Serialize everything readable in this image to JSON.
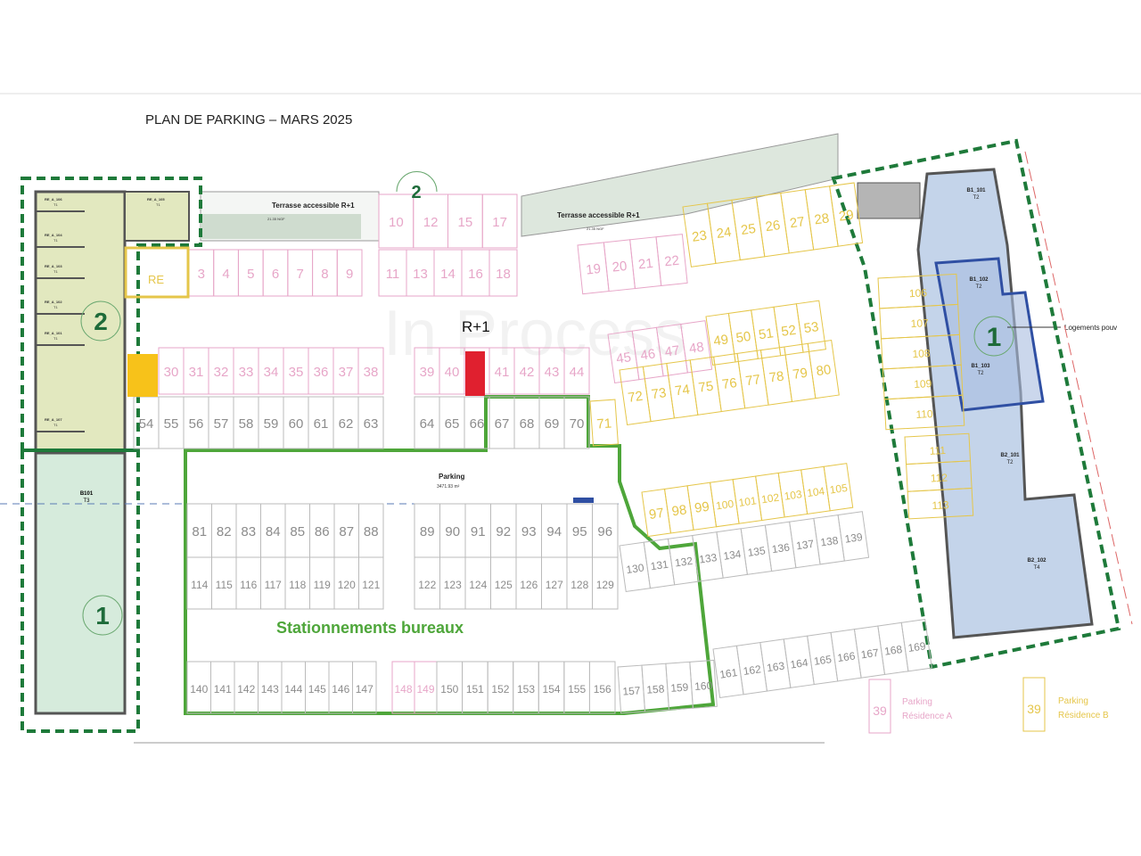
{
  "title": "PLAN DE PARKING – MARS 2025",
  "watermark": "In Process",
  "colors": {
    "residence_a": "#e7a6c8",
    "residence_b": "#e5c64a",
    "office": "#8c8c8c",
    "office_zone": "#4ea63a",
    "boundary_dashed": "#1e7a3a",
    "building_1": "#2f4fa3",
    "reserved_red": "#e0202f",
    "reserved_yellow": "#f7c21a"
  },
  "labels": {
    "terrace_left": "Terrasse accessible  R+1",
    "terrace_right": "Terrasse accessible  R+1",
    "ngf": "21.35 NGF",
    "level": "R+1",
    "parking": "Parking",
    "parking_area": "3471.93 m²",
    "office_zone": "Stationnements bureaux",
    "housing_callout": "Logements pouv",
    "re": "RE"
  },
  "circles": [
    "2",
    "1",
    "1",
    "2"
  ],
  "units_left": [
    {
      "name": "RE_A_106",
      "type": "T1"
    },
    {
      "name": "RE_A_105",
      "type": "T1"
    },
    {
      "name": "RE_A_104",
      "type": "T1"
    },
    {
      "name": "RE_A_103",
      "type": "T1"
    },
    {
      "name": "RE_A_102",
      "type": "T1"
    },
    {
      "name": "RE_A_101",
      "type": "T1"
    },
    {
      "name": "RE_A_107",
      "type": "T1"
    }
  ],
  "unit_b101": {
    "name": "B101",
    "type": "T3"
  },
  "units_right": [
    {
      "name": "B1_101",
      "type": "T2"
    },
    {
      "name": "B1_102",
      "type": "T2"
    },
    {
      "name": "B1_103",
      "type": "T2"
    },
    {
      "name": "B2_101",
      "type": "T2"
    },
    {
      "name": "B2_102",
      "type": "T4"
    }
  ],
  "legend": [
    {
      "number": "39",
      "line1": "Parking",
      "line2": "Résidence A",
      "group": "A"
    },
    {
      "number": "39",
      "line1": "Parking",
      "line2": "Résidence B",
      "group": "B"
    }
  ],
  "stall_rows": [
    {
      "id": "r1",
      "group": "A",
      "stalls": [
        "3",
        "4",
        "5",
        "6",
        "7",
        "8",
        "9"
      ]
    },
    {
      "id": "r2",
      "group": "A",
      "stalls": [
        "10",
        "12",
        "15",
        "17"
      ]
    },
    {
      "id": "r3",
      "group": "A",
      "stalls": [
        "11",
        "13",
        "14",
        "16",
        "18"
      ]
    },
    {
      "id": "r4",
      "group": "A",
      "stalls": [
        "19",
        "20",
        "21",
        "22"
      ]
    },
    {
      "id": "r5",
      "group": "B",
      "stalls": [
        "23",
        "24",
        "25",
        "26",
        "27",
        "28",
        "29"
      ]
    },
    {
      "id": "r6",
      "group": "A",
      "stalls": [
        "30",
        "31",
        "32",
        "33",
        "34",
        "35",
        "36",
        "37",
        "38"
      ]
    },
    {
      "id": "r7",
      "group": "A",
      "stalls": [
        "39",
        "40",
        "",
        "41",
        "42",
        "43",
        "44"
      ]
    },
    {
      "id": "r8",
      "group": "O",
      "stalls": [
        "54",
        "55",
        "56",
        "57",
        "58",
        "59",
        "60",
        "61",
        "62",
        "63"
      ]
    },
    {
      "id": "r9",
      "group": "O",
      "stalls": [
        "64",
        "65",
        "66",
        "67",
        "68",
        "69",
        "70"
      ]
    },
    {
      "id": "r10",
      "group": "B",
      "stalls": [
        "71"
      ]
    },
    {
      "id": "r11",
      "group": "A",
      "stalls": [
        "45",
        "46",
        "47",
        "48"
      ]
    },
    {
      "id": "r12",
      "group": "B",
      "stalls": [
        "49",
        "50",
        "51",
        "52",
        "53"
      ]
    },
    {
      "id": "r13",
      "group": "B",
      "stalls": [
        "72",
        "73",
        "74",
        "75",
        "76",
        "77",
        "78",
        "79",
        "80"
      ]
    },
    {
      "id": "r14",
      "group": "O",
      "stalls": [
        "81",
        "82",
        "83",
        "84",
        "85",
        "86",
        "87",
        "88"
      ]
    },
    {
      "id": "r15",
      "group": "O",
      "stalls": [
        "89",
        "90",
        "91",
        "92",
        "93",
        "94",
        "95",
        "96"
      ]
    },
    {
      "id": "r16",
      "group": "O",
      "stalls": [
        "114",
        "115",
        "116",
        "117",
        "118",
        "119",
        "120",
        "121"
      ]
    },
    {
      "id": "r17",
      "group": "O",
      "stalls": [
        "122",
        "123",
        "124",
        "125",
        "126",
        "127",
        "128",
        "129"
      ]
    },
    {
      "id": "r18",
      "group": "B",
      "stalls": [
        "97",
        "98",
        "99",
        "100",
        "101",
        "102",
        "103",
        "104",
        "105"
      ]
    },
    {
      "id": "r19",
      "group": "O",
      "stalls": [
        "130",
        "131",
        "132",
        "133",
        "134",
        "135",
        "136",
        "137",
        "138",
        "139"
      ]
    },
    {
      "id": "r20",
      "group": "O",
      "stalls": [
        "140",
        "141",
        "142",
        "143",
        "144",
        "145",
        "146",
        "147"
      ]
    },
    {
      "id": "r21",
      "group": "A",
      "stalls": [
        "148",
        "149"
      ]
    },
    {
      "id": "r22",
      "group": "O",
      "stalls": [
        "150",
        "151",
        "152",
        "153",
        "154",
        "155",
        "156"
      ]
    },
    {
      "id": "r23",
      "group": "O",
      "stalls": [
        "157",
        "158",
        "159",
        "160"
      ]
    },
    {
      "id": "r24",
      "group": "O",
      "stalls": [
        "161",
        "162",
        "163",
        "164",
        "165",
        "166",
        "167",
        "168",
        "169"
      ]
    },
    {
      "id": "r25",
      "group": "B",
      "stalls": [
        "106",
        "107",
        "108",
        "109",
        "110"
      ]
    },
    {
      "id": "r26",
      "group": "B",
      "stalls": [
        "111",
        "112",
        "113"
      ]
    }
  ]
}
